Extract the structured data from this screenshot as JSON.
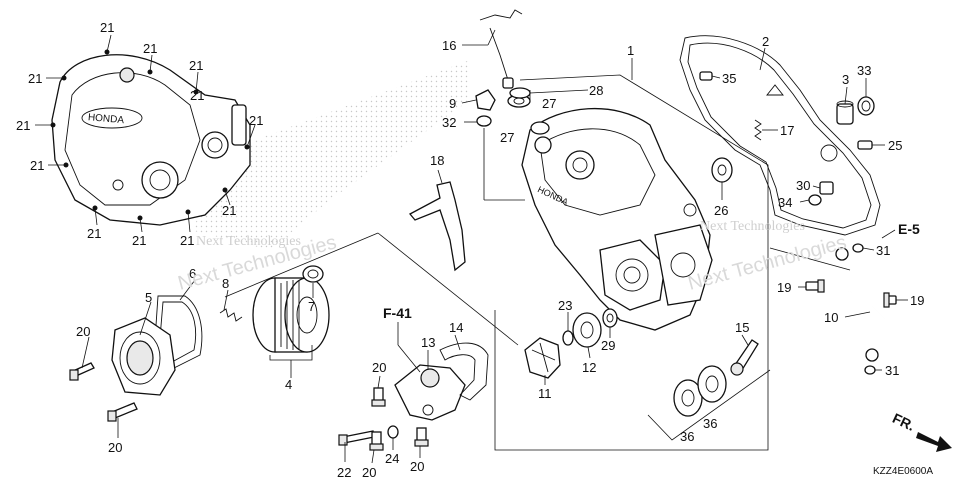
{
  "diagram": {
    "parts": [
      {
        "id": "p21a",
        "label": "21"
      },
      {
        "id": "p21b",
        "label": "21"
      },
      {
        "id": "p21c",
        "label": "21"
      },
      {
        "id": "p21d",
        "label": "21"
      },
      {
        "id": "p21e",
        "label": "21"
      },
      {
        "id": "p21f",
        "label": "21"
      },
      {
        "id": "p21g",
        "label": "21"
      },
      {
        "id": "p21h",
        "label": "21"
      },
      {
        "id": "p21i",
        "label": "21"
      },
      {
        "id": "p21j",
        "label": "21"
      },
      {
        "id": "p21k",
        "label": "21"
      },
      {
        "id": "p21l",
        "label": "21"
      },
      {
        "id": "p16",
        "label": "16"
      },
      {
        "id": "p9",
        "label": "9"
      },
      {
        "id": "p32",
        "label": "32"
      },
      {
        "id": "p27a",
        "label": "27"
      },
      {
        "id": "p27b",
        "label": "27"
      },
      {
        "id": "p28",
        "label": "28"
      },
      {
        "id": "p1",
        "label": "1"
      },
      {
        "id": "p2",
        "label": "2"
      },
      {
        "id": "p35",
        "label": "35"
      },
      {
        "id": "p3",
        "label": "3"
      },
      {
        "id": "p33",
        "label": "33"
      },
      {
        "id": "p17",
        "label": "17"
      },
      {
        "id": "p25",
        "label": "25"
      },
      {
        "id": "p18",
        "label": "18"
      },
      {
        "id": "p30",
        "label": "30"
      },
      {
        "id": "p34",
        "label": "34"
      },
      {
        "id": "p26",
        "label": "26"
      },
      {
        "id": "p31a",
        "label": "31"
      },
      {
        "id": "p31b",
        "label": "31"
      },
      {
        "id": "p19a",
        "label": "19"
      },
      {
        "id": "p19b",
        "label": "19"
      },
      {
        "id": "p10",
        "label": "10"
      },
      {
        "id": "p6",
        "label": "6"
      },
      {
        "id": "p8",
        "label": "8"
      },
      {
        "id": "p7",
        "label": "7"
      },
      {
        "id": "p5",
        "label": "5"
      },
      {
        "id": "p4",
        "label": "4"
      },
      {
        "id": "p20a",
        "label": "20"
      },
      {
        "id": "p20b",
        "label": "20"
      },
      {
        "id": "p20c",
        "label": "20"
      },
      {
        "id": "p20d",
        "label": "20"
      },
      {
        "id": "p20e",
        "label": "20"
      },
      {
        "id": "p13",
        "label": "13"
      },
      {
        "id": "p14",
        "label": "14"
      },
      {
        "id": "p22",
        "label": "22"
      },
      {
        "id": "p24",
        "label": "24"
      },
      {
        "id": "p23",
        "label": "23"
      },
      {
        "id": "p29",
        "label": "29"
      },
      {
        "id": "p12",
        "label": "12"
      },
      {
        "id": "p11",
        "label": "11"
      },
      {
        "id": "p15",
        "label": "15"
      },
      {
        "id": "p36a",
        "label": "36"
      },
      {
        "id": "p36b",
        "label": "36"
      }
    ],
    "refs": {
      "f41": "F-41",
      "e5": "E-5",
      "fr": "FR."
    },
    "brand_cover_left": "HONDA",
    "brand_cover_right": "HONDA",
    "catalog_code": "KZZ4E0600A",
    "watermarks": [
      "Next Technologies",
      "Next Technologies",
      "Next Technologies",
      "Next Technologies"
    ]
  }
}
